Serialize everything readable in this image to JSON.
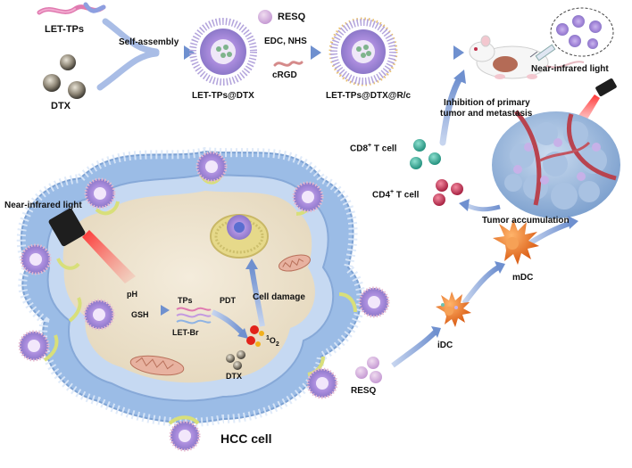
{
  "labels": {
    "let_tps": "LET-TPs",
    "dtx": "DTX",
    "self_assembly": "Self-assembly",
    "let_tps_dtx": "LET-TPs@DTX",
    "resq_top": "RESQ",
    "edc_nhs": "EDC, NHS",
    "crgd": "cRGD",
    "let_tps_dtx_rc": "LET-TPs@DTX@R/c",
    "nir_top": "Near-infrared light",
    "inhibition_line1": "Inhibition of primary",
    "inhibition_line2": "tumor and metastasis",
    "cd8": "CD8",
    "cd8_sup": "+",
    "cd8_suffix": " T cell",
    "cd4": "CD4",
    "cd4_sup": "+",
    "cd4_suffix": " T cell",
    "tumor_accumulation": "Tumor accumulation",
    "nir_left": "Near-infrared light",
    "ph": "pH",
    "gsh": "GSH",
    "tps": "TPs",
    "let_br": "LET-Br",
    "pdt": "PDT",
    "cell_damage": "Cell  damage",
    "singlet_sup": "1",
    "singlet_o": "O",
    "singlet_sub": "2",
    "dtx_inside": "DTX",
    "mdc": "mDC",
    "idc": "iDC",
    "resq_bottom": "RESQ",
    "hcc_cell": "HCC cell"
  },
  "colors": {
    "arrow_blue": "#7f9fd6",
    "membrane_blue": "#8fb3e3",
    "cytoplasm": "#ede3cf",
    "nanoparticle_lilac": "#b89ad6",
    "receptor_yellow": "#e4e79a",
    "t_cell_teal": "#3fae9c",
    "t_cell_red": "#c43a55",
    "dendritic_orange": "#f07a2a",
    "tumor_blue": "#8fb1d8",
    "laser_red": "#e11d2a"
  }
}
